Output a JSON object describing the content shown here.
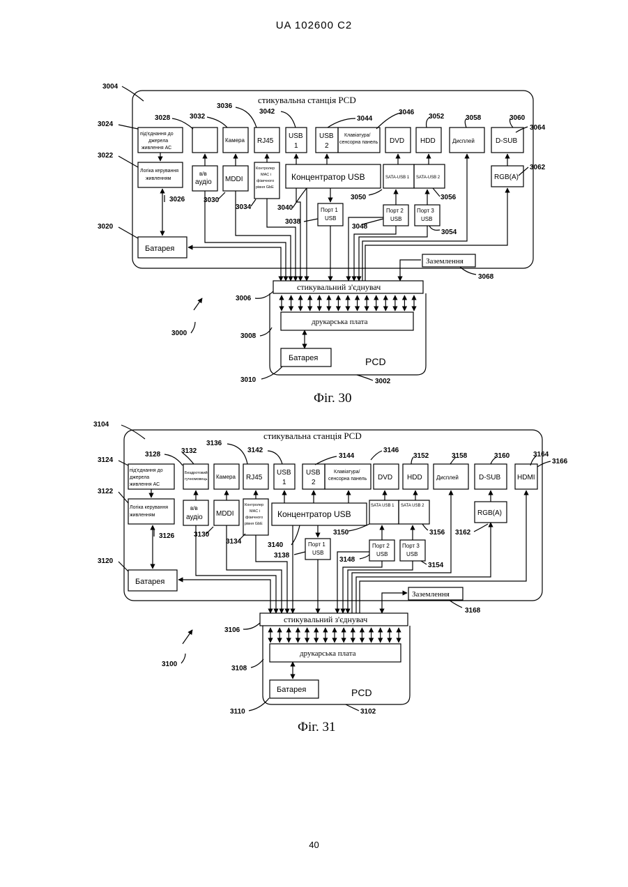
{
  "header": "UA   102600   C2",
  "page_number": "40",
  "fig30": {
    "caption": "Фіг. 30",
    "station": "стикувальна станція PCD",
    "connector": "стикувальний з'єднувач",
    "board": "друкарська плата",
    "battery_pcd": "Батарея",
    "pcd": "PCD",
    "ground": "Заземлення",
    "battery": "Батарея",
    "ac_l1": "під'єднання до",
    "ac_l2": "джерела",
    "ac_l3": "живлення АС",
    "power_l1": "Логіка керування",
    "power_l2": "живленням",
    "vv": "в/в",
    "audio": "аудіо",
    "camera": "Камера",
    "mddi": "MDDI",
    "rj45": "RJ45",
    "mac_l1": "Контролер",
    "mac_l2": "MAC і",
    "mac_l3": "фізичного",
    "mac_l4": "рівня GbE",
    "usb1_l1": "USB",
    "usb1_l2": "1",
    "usb2_l1": "USB",
    "usb2_l2": "2",
    "kbd_l1": "Клавіатура/",
    "kbd_l2": "сенсорна панель",
    "dvd": "DVD",
    "hdd": "HDD",
    "display": "Дисплей",
    "dsub": "D-SUB",
    "hub": "Концентратор USB",
    "sata1": "SATA-USB 1",
    "sata2": "SATA-USB 2",
    "rgb": "RGB(A)",
    "port1_l1": "Порт 1",
    "port1_l2": "USB",
    "port2_l1": "Порт 2",
    "port2_l2": "USB",
    "port3_l1": "Порт 3",
    "port3_l2": "USB",
    "refs": {
      "r3004": "3004",
      "r3024": "3024",
      "r3022": "3022",
      "r3026": "3026",
      "r3020": "3020",
      "r3028": "3028",
      "r3032": "3032",
      "r3036": "3036",
      "r3042": "3042",
      "r3044": "3044",
      "r3046": "3046",
      "r3052": "3052",
      "r3058": "3058",
      "r3060": "3060",
      "r3064": "3064",
      "r3062": "3062",
      "r3056": "3056",
      "r3050": "3050",
      "r3040": "3040",
      "r3038": "3038",
      "r3048": "3048",
      "r3054": "3054",
      "r3030": "3030",
      "r3034": "3034",
      "r3068": "3068",
      "r3006": "3006",
      "r3008": "3008",
      "r3000": "3000",
      "r3010": "3010",
      "r3002": "3002"
    }
  },
  "fig31": {
    "caption": "Фіг. 31",
    "station": "стикувальна станція PCD",
    "connector": "стикувальний з'єднувач",
    "board": "друкарська плата",
    "battery_pcd": "Батарея",
    "pcd": "PCD",
    "ground": "Заземлення",
    "battery": "Батарея",
    "ac_l1": "під'єднання до",
    "ac_l2": "джерела",
    "ac_l3": "живлення АС",
    "power_l1": "Логіка керування",
    "power_l2": "живленням",
    "wireless_l1": "Бездротовий",
    "wireless_l2": "гучномовець",
    "vv": "в/в",
    "audio": "аудіо",
    "camera": "Камера",
    "mddi": "MDDI",
    "rj45": "RJ45",
    "mac_l1": "Контролер",
    "mac_l2": "MAC і",
    "mac_l3": "фізичного",
    "mac_l4": "рівня GbE",
    "usb1_l1": "USB",
    "usb1_l2": "1",
    "usb2_l1": "USB",
    "usb2_l2": "2",
    "kbd_l1": "Клавіатура/",
    "kbd_l2": "сенсорна панель",
    "dvd": "DVD",
    "hdd": "HDD",
    "display": "Дисплей",
    "dsub": "D-SUB",
    "hdmi": "HDMI",
    "hub": "Концентратор USB",
    "sata1": "SATA USB 1",
    "sata2": "SATA USB 2",
    "rgb": "RGB(A)",
    "port1_l1": "Порт 1",
    "port1_l2": "USB",
    "port2_l1": "Порт 2",
    "port2_l2": "USB",
    "port3_l1": "Порт 3",
    "port3_l2": "USB",
    "refs": {
      "r3104": "3104",
      "r3124": "3124",
      "r3122": "3122",
      "r3126": "3126",
      "r3120": "3120",
      "r3128": "3128",
      "r3132": "3132",
      "r3136": "3136",
      "r3142": "3142",
      "r3144": "3144",
      "r3146": "3146",
      "r3152": "3152",
      "r3158": "3158",
      "r3160": "3160",
      "r3164": "3164",
      "r3166": "3166",
      "r3162": "3162",
      "r3156": "3156",
      "r3150": "3150",
      "r3140": "3140",
      "r3138": "3138",
      "r3148": "3148",
      "r3154": "3154",
      "r3130": "3130",
      "r3134": "3134",
      "r3168": "3168",
      "r3106": "3106",
      "r3108": "3108",
      "r3100": "3100",
      "r3110": "3110",
      "r3102": "3102"
    }
  }
}
